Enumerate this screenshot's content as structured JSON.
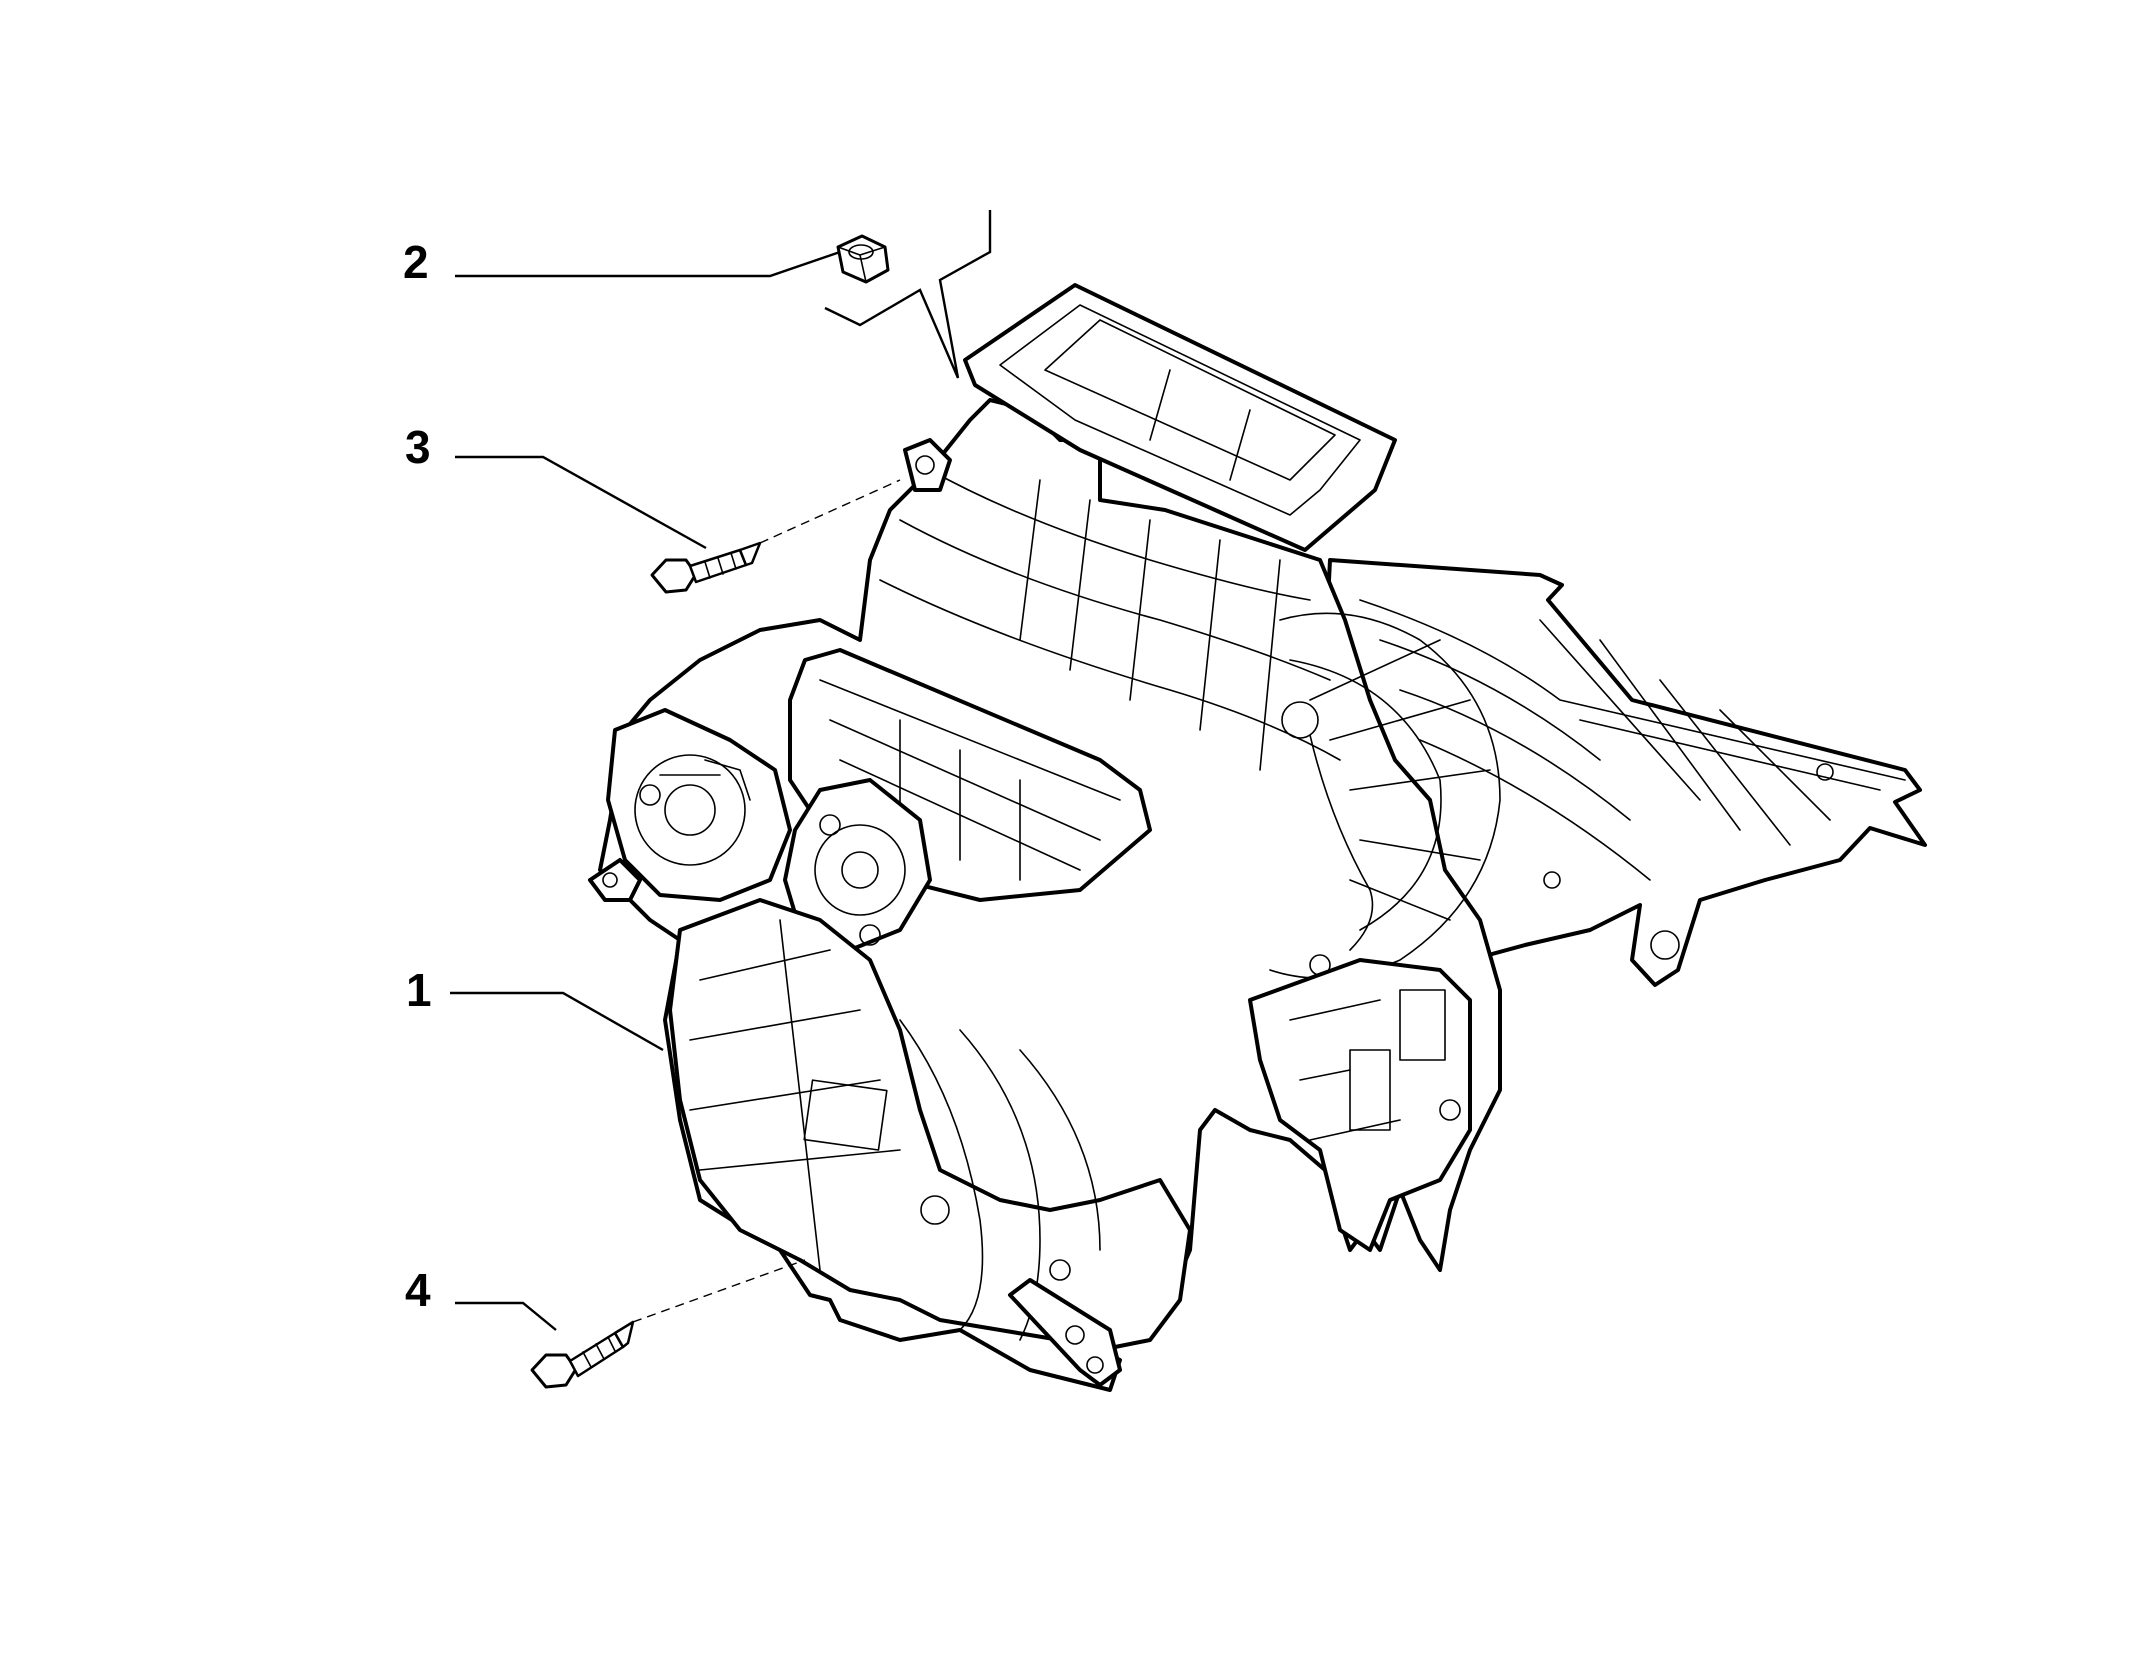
{
  "callouts": [
    {
      "id": "1",
      "label": "1"
    },
    {
      "id": "2",
      "label": "2"
    },
    {
      "id": "3",
      "label": "3"
    },
    {
      "id": "4",
      "label": "4"
    }
  ],
  "colors": {
    "ink": "#000000",
    "paper": "#ffffff"
  },
  "icons": {
    "part_1": "hvac-heater-housing-icon",
    "part_2": "hex-nut-icon",
    "part_3": "flange-screw-icon",
    "part_4": "flange-screw-icon"
  }
}
